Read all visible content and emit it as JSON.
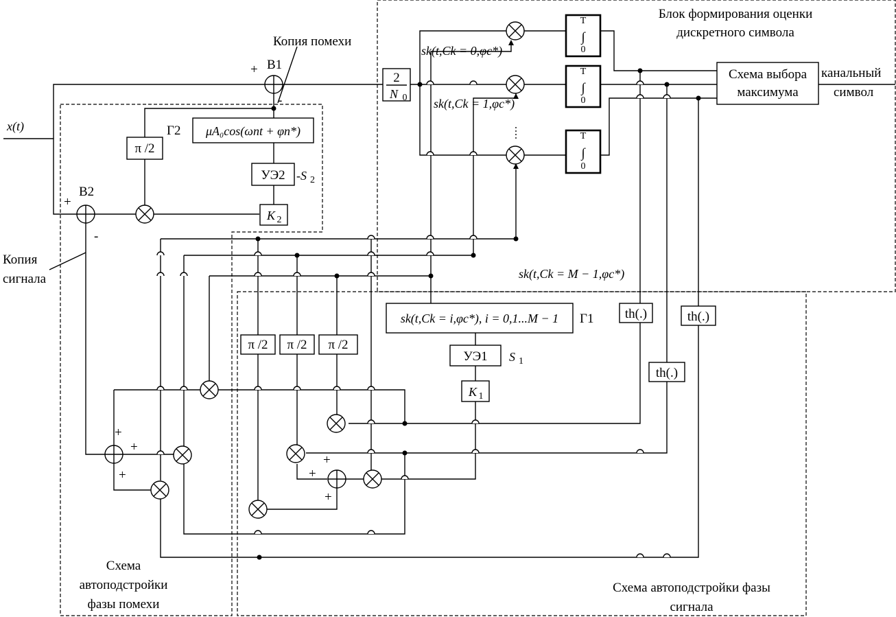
{
  "labels": {
    "block_title_1": "Блок формирования оценки",
    "block_title_2": "дискретного символа",
    "interf_copy": "Копия помехи",
    "signal_copy_1": "Копия",
    "signal_copy_2": "сигнала",
    "b1": "B1",
    "b2": "B2",
    "g1": "Г1",
    "g2": "Г2",
    "input": "x(t)",
    "output_1": "канальный",
    "output_2": "символ",
    "interf_scheme_1": "Схема",
    "interf_scheme_2": "автоподстройки",
    "interf_scheme_3": "фазы помехи",
    "signal_scheme_1": "Схема автоподстройки фазы",
    "signal_scheme_2": "сигнала",
    "s1": "S",
    "s1_sub": "1",
    "s2": "-S",
    "s2_sub": "2",
    "plus": "+",
    "minus": "-"
  },
  "blocks": {
    "gain_num": "2",
    "gain_den": "N",
    "gain_den_sub": "0",
    "max_select_1": "Схема выбора",
    "max_select_2": "максимума",
    "ue1": "УЭ1",
    "ue2": "УЭ2",
    "k1": "K",
    "k1_sub": "1",
    "k2": "K",
    "k2_sub": "2",
    "pi2": "π /2",
    "th": "th(.)",
    "integral": "∫",
    "int_top": "T",
    "int_bot": "0",
    "g2_formula": "μA₀cos(ωпt + φп*)",
    "g1_formula": "sk(t,Ck = i,φc*), i = 0,1...M − 1"
  },
  "signals": {
    "s0": "sk(t,Ck = 0,φc*)",
    "s1": "sk(t,Ck = 1,φc*)",
    "sM": "sk(t,Ck = M − 1,φc*)"
  }
}
